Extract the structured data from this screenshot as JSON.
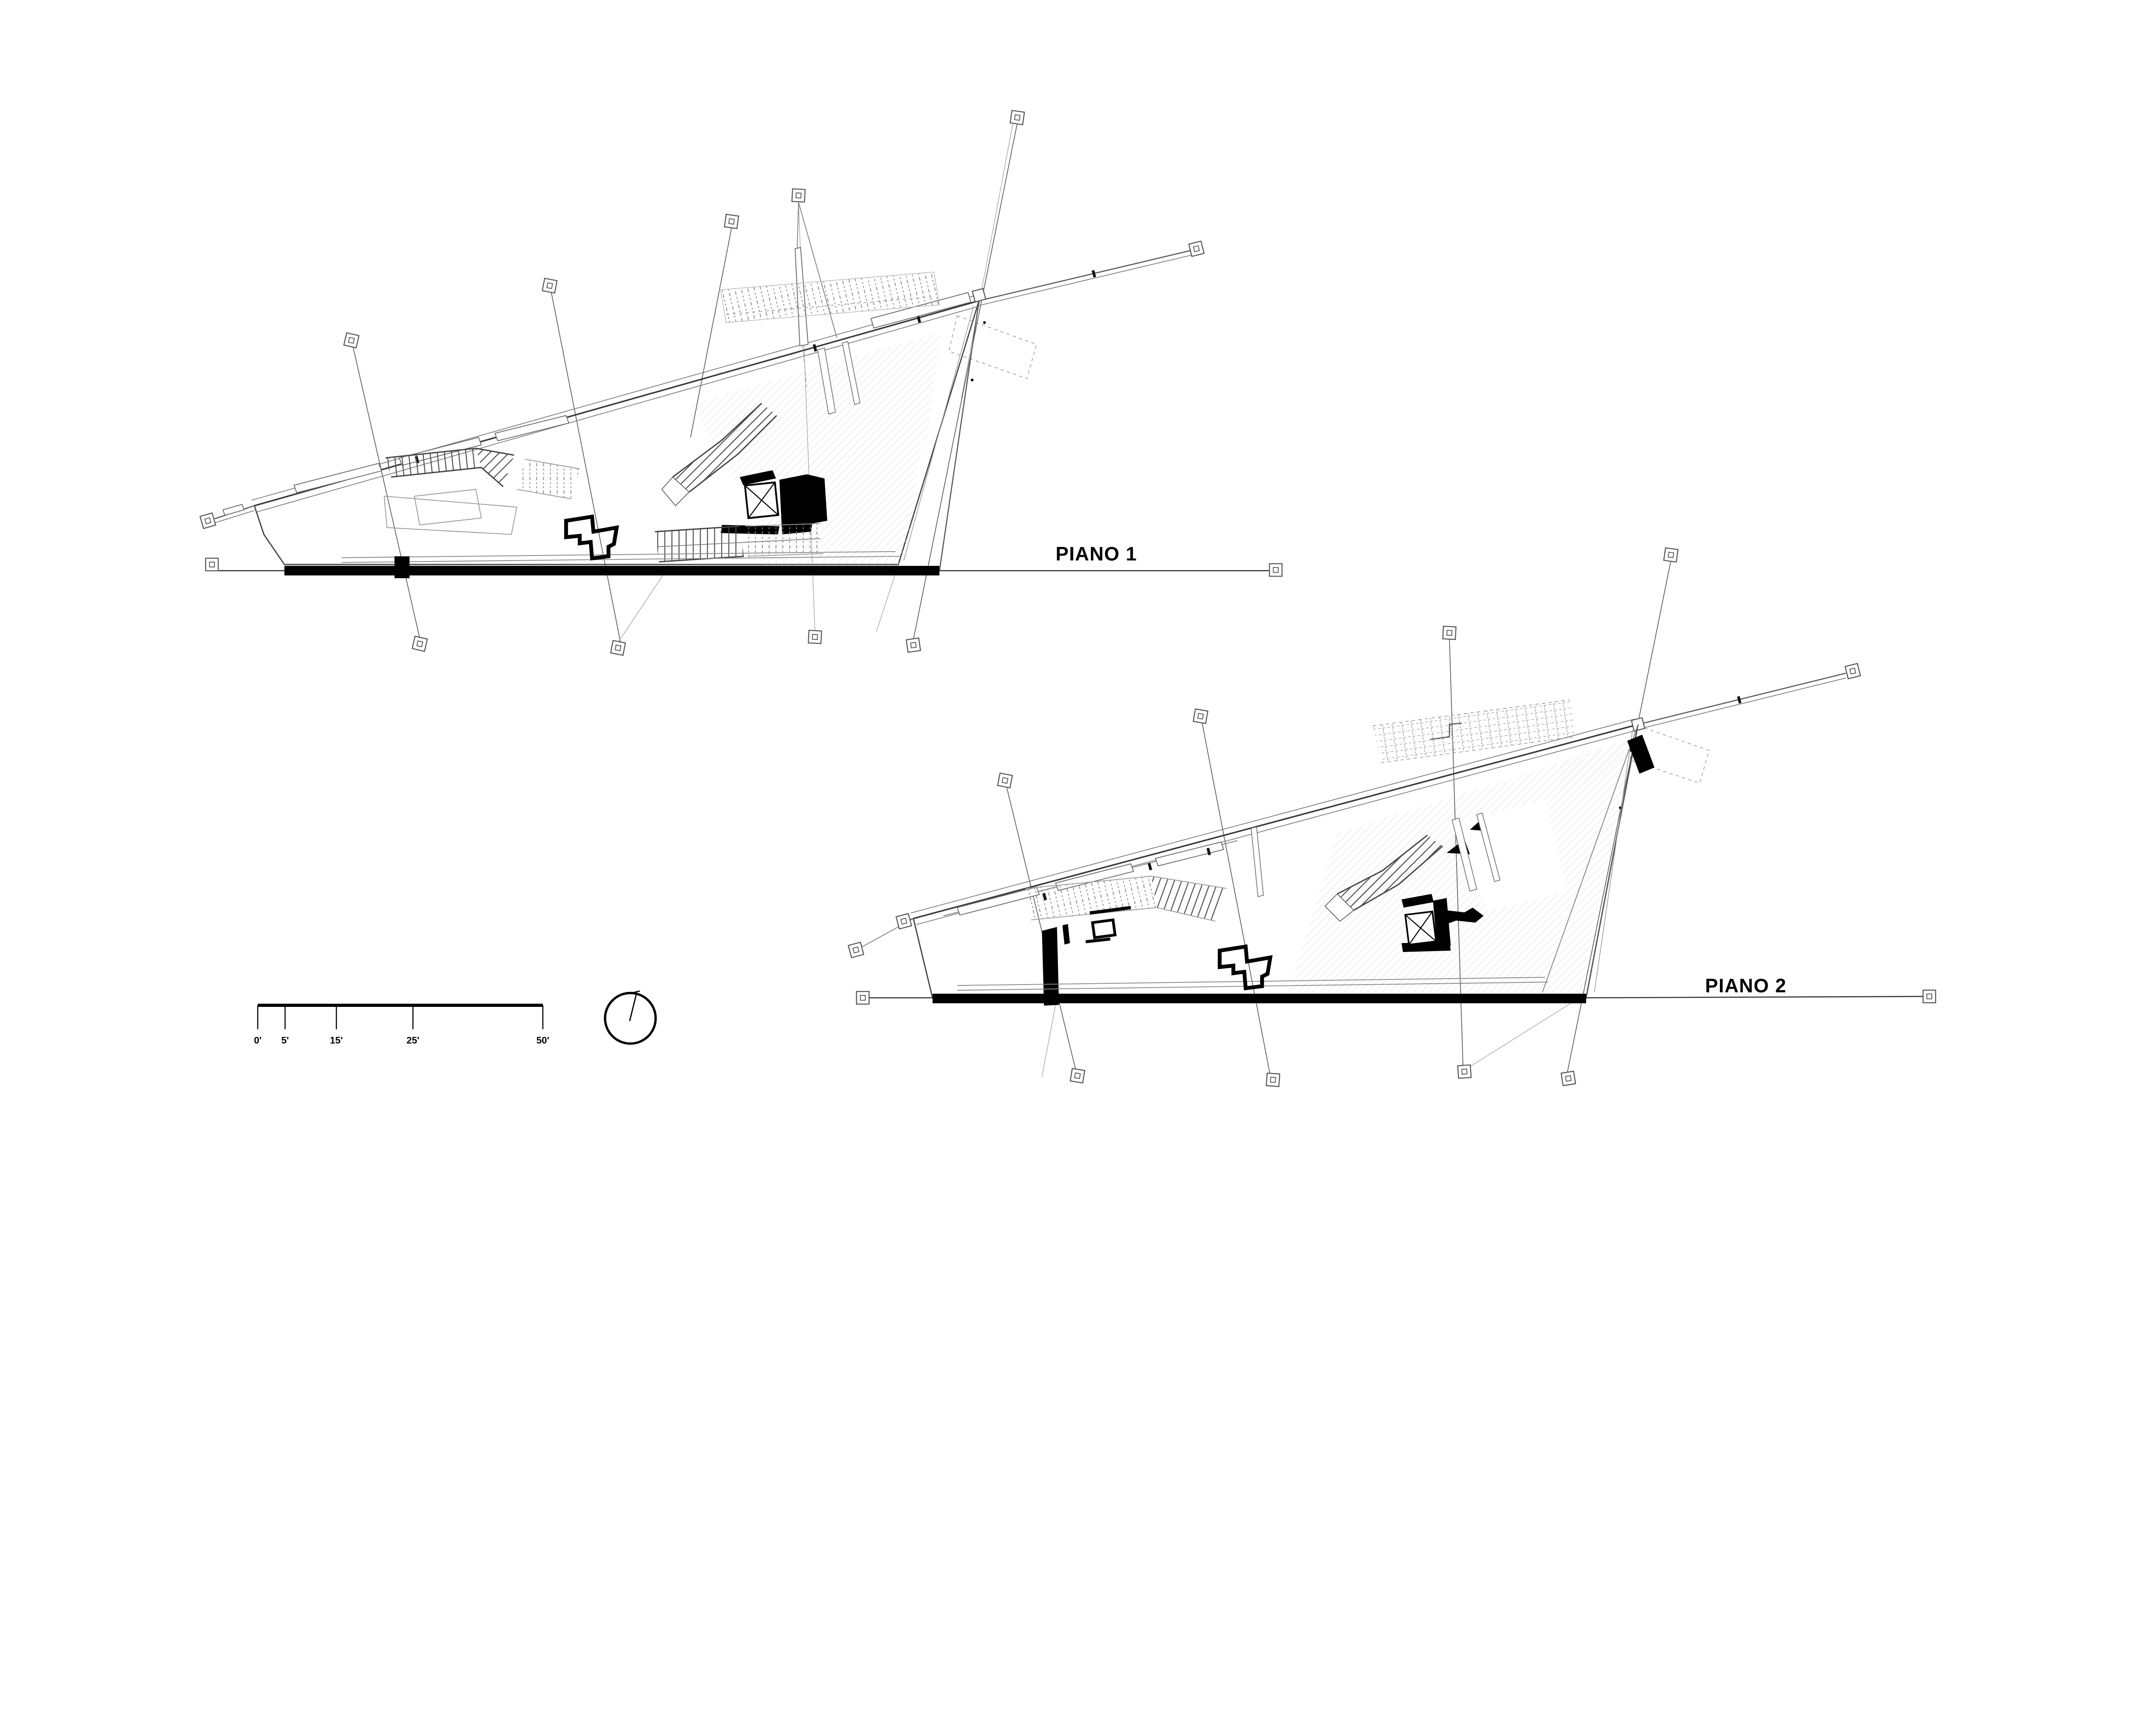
{
  "plan1": {
    "label": "PIANO 1"
  },
  "plan2": {
    "label": "PIANO 2"
  },
  "scale_bar": {
    "tick_labels": [
      "0'",
      "5'",
      "15'",
      "25'",
      "50'"
    ]
  },
  "colors": {
    "ink": "#000000",
    "line_gray": "#555555",
    "hatch_gray": "#d8d8d8",
    "background": "#ffffff"
  }
}
